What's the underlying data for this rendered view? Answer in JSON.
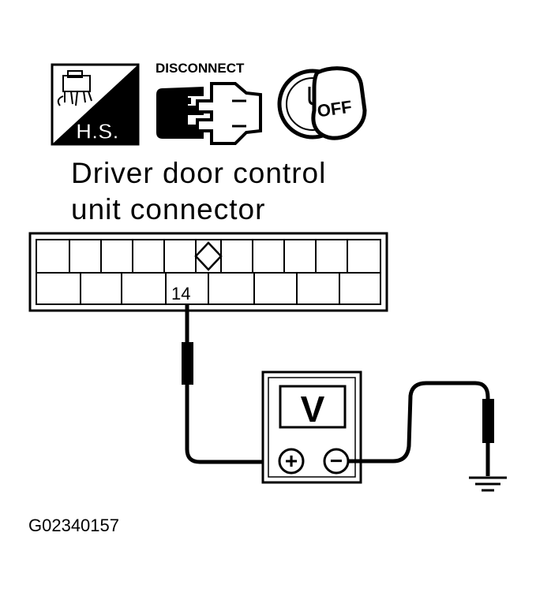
{
  "icons": {
    "hs_icon": "H.S.",
    "disconnect_icon": "DISCONNECT",
    "ignition_icon": "OFF"
  },
  "caption": {
    "line1": "Driver door control",
    "line2": "unit connector"
  },
  "connector": {
    "terminal_label": "14"
  },
  "meter": {
    "mode": "V",
    "positive": "+",
    "negative": "−"
  },
  "figure_code": "G02340157"
}
